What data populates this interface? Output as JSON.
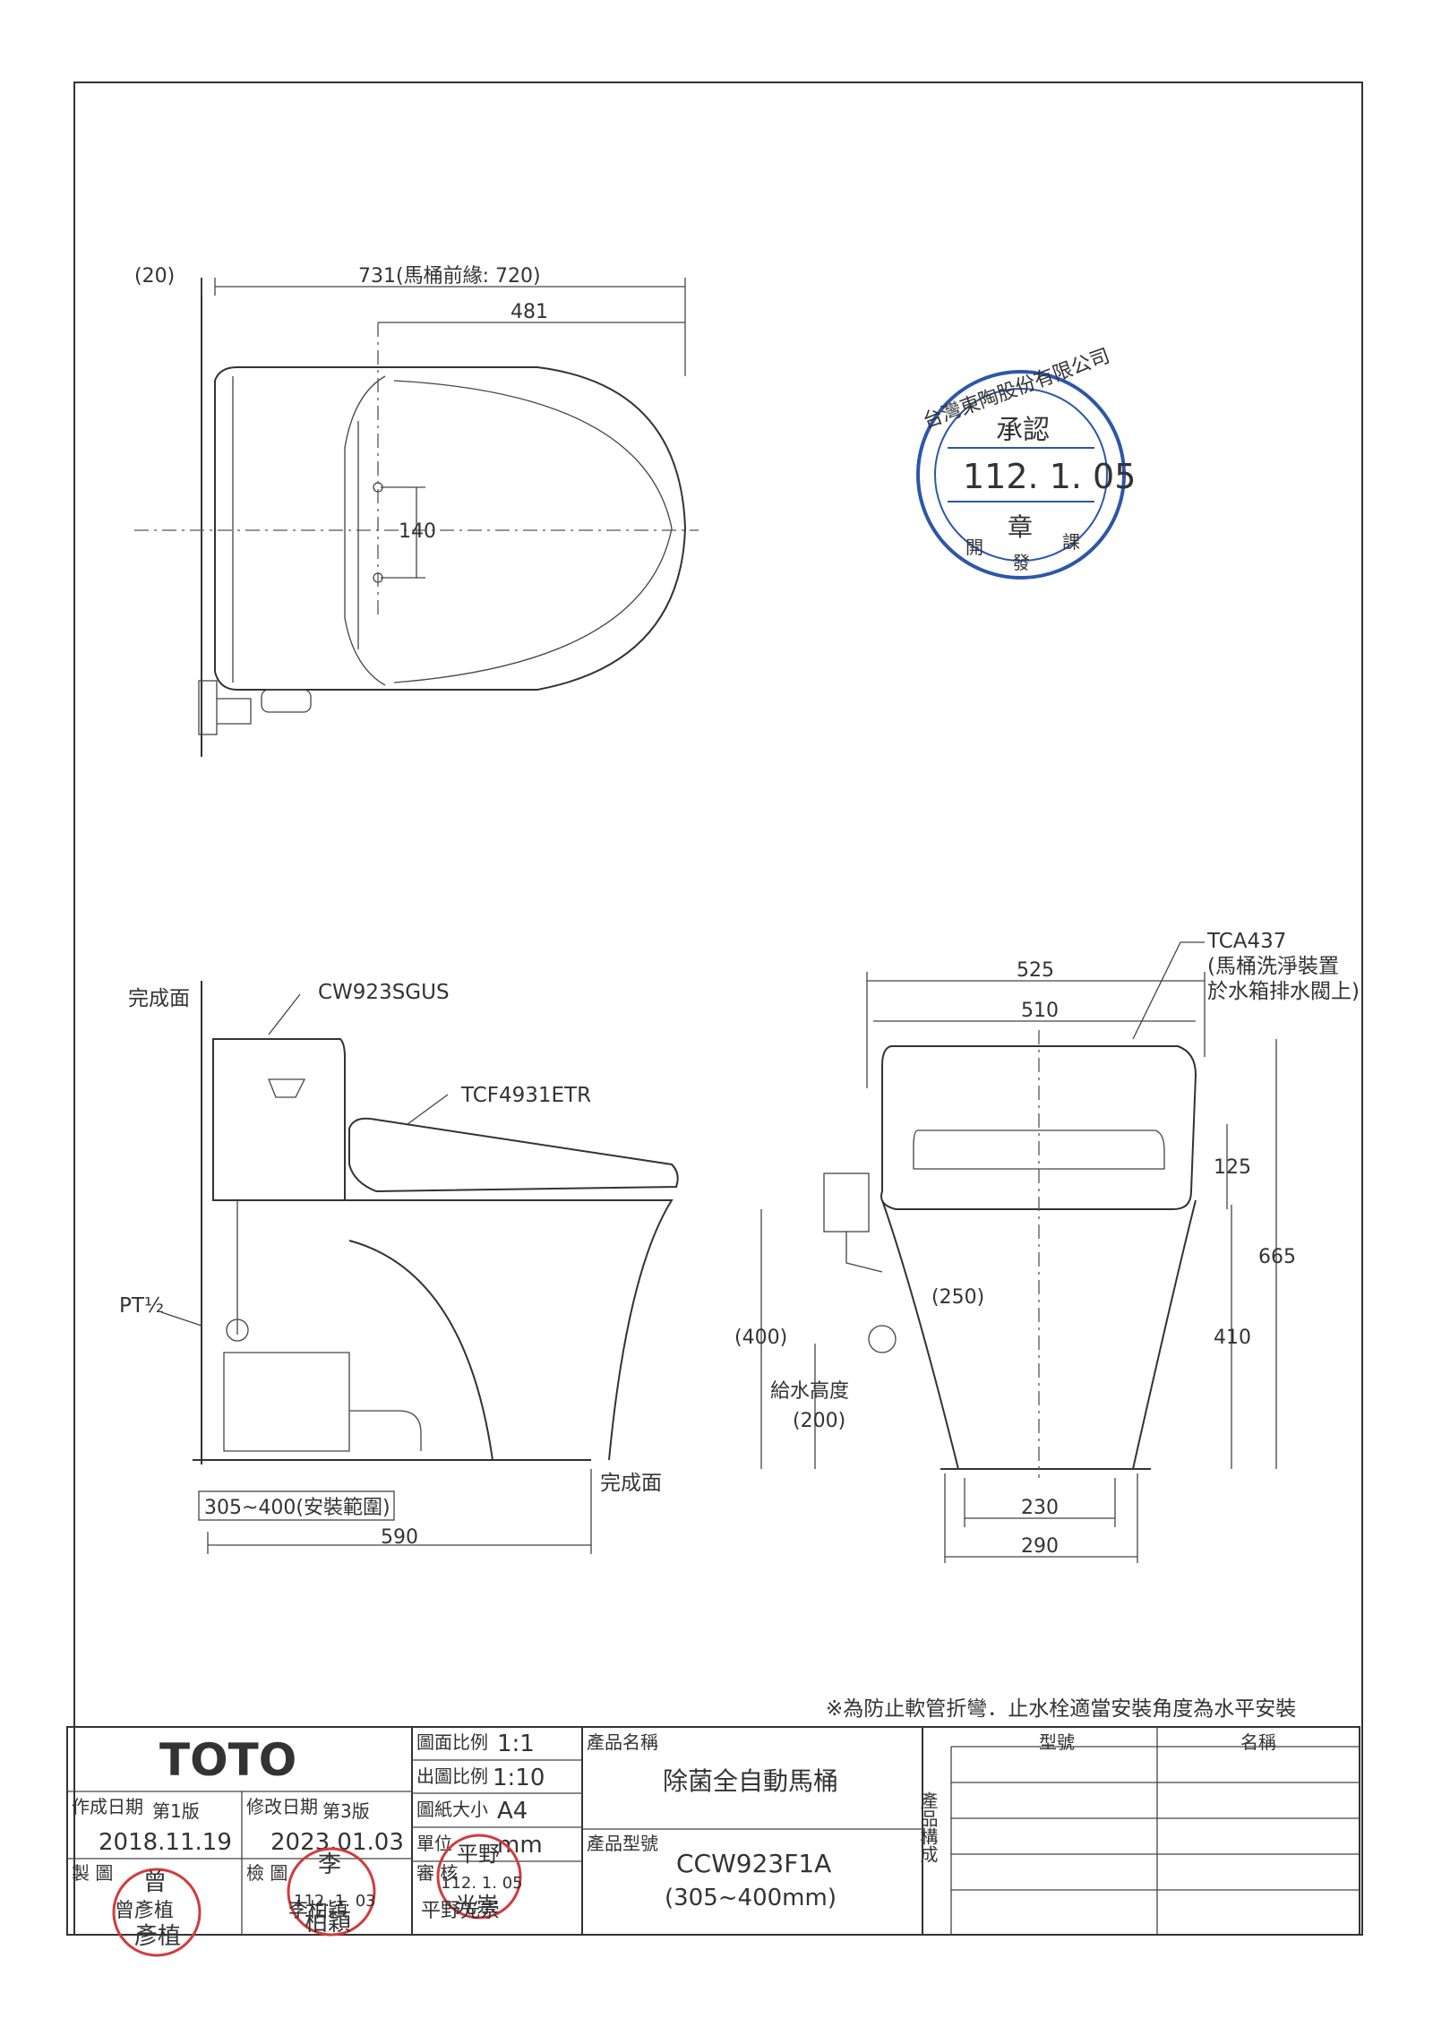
{
  "drawing": {
    "top_view": {
      "dim_offset": "(20)",
      "dim_total": "731(馬桶前緣: 720)",
      "dim_mount": "481",
      "dim_holes": "140"
    },
    "side_view": {
      "label_finish_top": "完成面",
      "label_tank": "CW923SGUS",
      "label_seat": "TCF4931ETR",
      "label_pt": "PT½",
      "label_finish_floor": "完成面",
      "dim_rough_in": "305~400(安裝範圍)",
      "dim_depth": "590"
    },
    "front_view": {
      "label_flush_model": "TCA437",
      "label_flush_note_1": "(馬桶洗淨裝置",
      "label_flush_note_2": "於水箱排水閥上)",
      "dim_width_outer": "525",
      "dim_width_inner": "510",
      "dim_125": "125",
      "dim_665": "665",
      "dim_250": "(250)",
      "dim_400": "(400)",
      "dim_410": "410",
      "label_supply_height": "給水高度",
      "dim_200": "(200)",
      "dim_230": "230",
      "dim_290": "290"
    },
    "note": "※為防止軟管折彎．止水栓適當安裝角度為水平安裝"
  },
  "approval_stamp": {
    "company": "台灣東陶股份有限公司",
    "title": "承認",
    "date": "112. 1. 05",
    "seal": "章",
    "dept_1": "開",
    "dept_2": "發",
    "dept_3": "課"
  },
  "title_block": {
    "brand": "TOTO",
    "scale_label": "圖面比例",
    "scale_value": "1:1",
    "print_scale_label": "出圖比例",
    "print_scale_value": "1:10",
    "paper_label": "圖紙大小",
    "paper_value": "A4",
    "unit_label": "單位",
    "unit_value": "mm",
    "created_label": "作成日期",
    "created_version": "第1版",
    "created_date": "2018.11.19",
    "modified_label": "修改日期",
    "modified_version": "第3版",
    "modified_date": "2023.01.03",
    "drawn_label": "製 圖",
    "checked_label": "檢 圖",
    "approved_label": "審 核",
    "product_name_label": "產品名稱",
    "product_name": "除菌全自動馬桶",
    "product_model_label": "產品型號",
    "product_model": "CCW923F1A",
    "product_range": "(305~400mm)",
    "composition_label": "產品構成",
    "col_model": "型號",
    "col_name": "名稱",
    "signers": {
      "drawn_name": "曾彥植",
      "drawn_stamp_1": "曾",
      "drawn_stamp_2": "彥植",
      "checked_name": "李柏穎",
      "checked_stamp_1": "李",
      "checked_stamp_2": "112. 1. 03",
      "checked_stamp_3": "柏穎",
      "approved_name": "平野光崇",
      "approved_stamp_1": "平野",
      "approved_stamp_2": "112. 1. 05",
      "approved_stamp_3": "光崇"
    }
  },
  "colors": {
    "line": "#333333",
    "stamp_blue": "#2d57a8",
    "stamp_red": "#d23b3b"
  }
}
